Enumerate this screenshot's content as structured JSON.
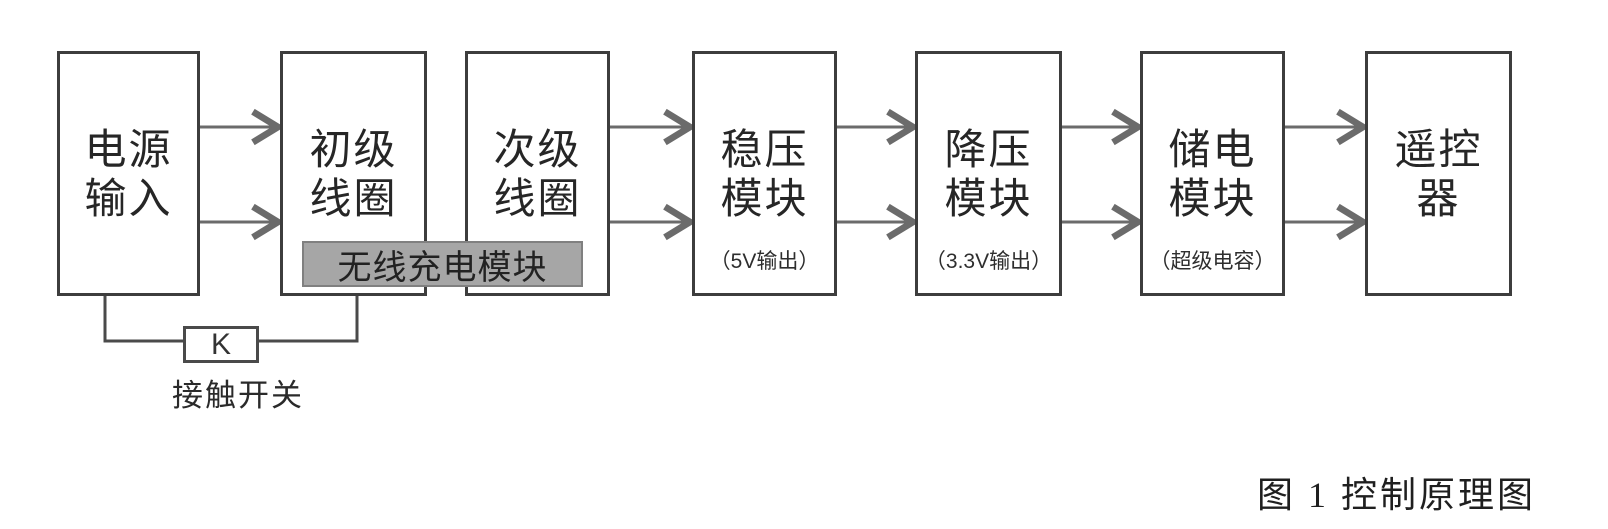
{
  "diagram": {
    "boxes": [
      {
        "id": "power-input",
        "line1": "电源",
        "line2": "输入",
        "sublabel": ""
      },
      {
        "id": "primary-coil",
        "line1": "初级",
        "line2": "线圈",
        "sublabel": ""
      },
      {
        "id": "secondary-coil",
        "line1": "次级",
        "line2": "线圈",
        "sublabel": ""
      },
      {
        "id": "regulator-module",
        "line1": "稳压",
        "line2": "模块",
        "sublabel": "（5V输出）"
      },
      {
        "id": "buck-module",
        "line1": "降压",
        "line2": "模块",
        "sublabel": "（3.3V输出）"
      },
      {
        "id": "storage-module",
        "line1": "储电",
        "line2": "模块",
        "sublabel": "（超级电容）"
      },
      {
        "id": "remote-control",
        "line1": "遥控",
        "line2": "器",
        "sublabel": ""
      }
    ],
    "wireless_overlay_label": "无线充电模块",
    "switch_symbol": "K",
    "switch_label": "接触开关",
    "caption": "图 1 控制原理图",
    "colors": {
      "background": "#ffffff",
      "box_border": "#3d3d3d",
      "connector": "#6b6b6b",
      "overlay_fill": "#a6a6a6",
      "overlay_border": "#808080",
      "text": "#262626"
    }
  }
}
